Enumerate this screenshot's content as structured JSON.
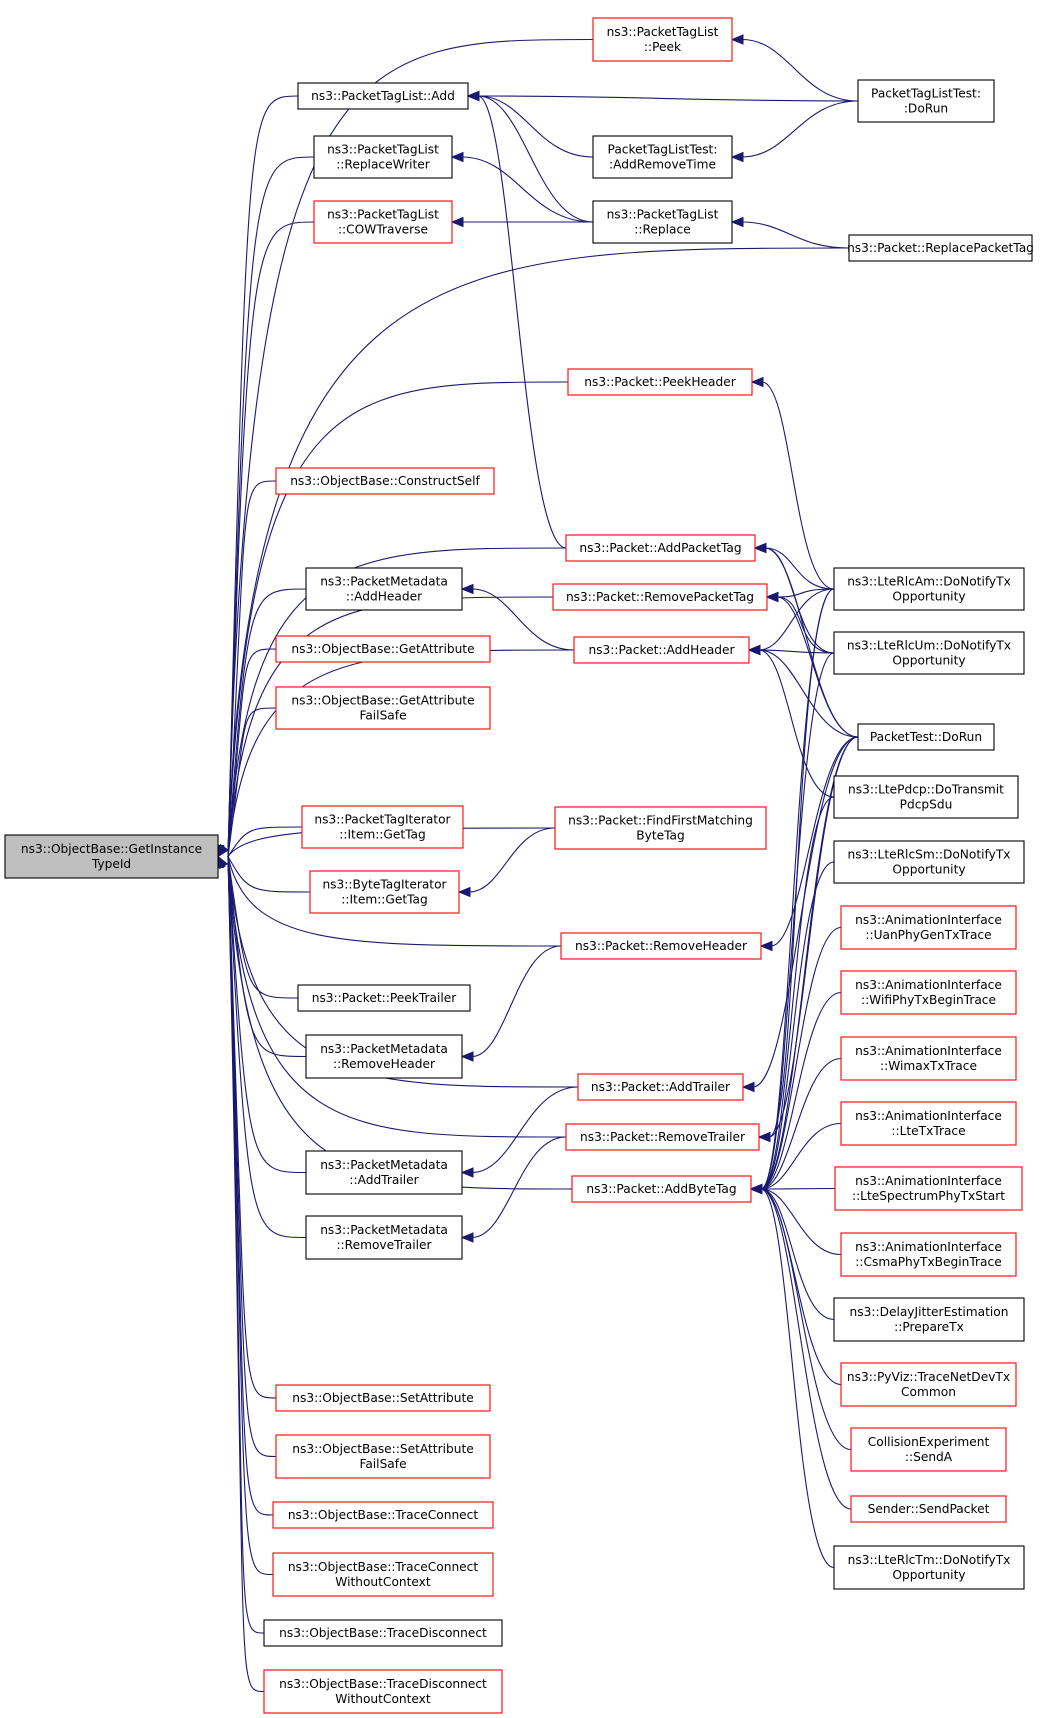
{
  "graph": {
    "title": "",
    "root_id": "n0",
    "nodes": [
      {
        "id": "n0",
        "lines": [
          "ns3::ObjectBase::GetInstance",
          "TypeId"
        ],
        "style": "root"
      },
      {
        "id": "n1",
        "lines": [
          "ns3::PacketTagList",
          "::Peek"
        ],
        "style": "red"
      },
      {
        "id": "n2",
        "lines": [
          "ns3::PacketTagList::Add"
        ],
        "style": "black"
      },
      {
        "id": "n3",
        "lines": [
          "ns3::PacketTagList",
          "::ReplaceWriter"
        ],
        "style": "black"
      },
      {
        "id": "n4",
        "lines": [
          "ns3::PacketTagList",
          "::COWTraverse"
        ],
        "style": "red"
      },
      {
        "id": "n5",
        "lines": [
          "PacketTagListTest:",
          ":DoRun"
        ],
        "style": "black"
      },
      {
        "id": "n6",
        "lines": [
          "PacketTagListTest:",
          ":AddRemoveTime"
        ],
        "style": "black"
      },
      {
        "id": "n7",
        "lines": [
          "ns3::PacketTagList",
          "::Replace"
        ],
        "style": "black"
      },
      {
        "id": "n8",
        "lines": [
          "ns3::Packet::ReplacePacketTag"
        ],
        "style": "black"
      },
      {
        "id": "n9",
        "lines": [
          "ns3::Packet::PeekHeader"
        ],
        "style": "red"
      },
      {
        "id": "n10",
        "lines": [
          "ns3::ObjectBase::ConstructSelf"
        ],
        "style": "red"
      },
      {
        "id": "n11",
        "lines": [
          "ns3::Packet::AddPacketTag"
        ],
        "style": "red"
      },
      {
        "id": "n12",
        "lines": [
          "ns3::Packet::RemovePacketTag"
        ],
        "style": "red"
      },
      {
        "id": "n13",
        "lines": [
          "ns3::PacketMetadata",
          "::AddHeader"
        ],
        "style": "black"
      },
      {
        "id": "n14",
        "lines": [
          "ns3::Packet::AddHeader"
        ],
        "style": "red"
      },
      {
        "id": "n15",
        "lines": [
          "ns3::ObjectBase::GetAttribute"
        ],
        "style": "red"
      },
      {
        "id": "n16",
        "lines": [
          "ns3::ObjectBase::GetAttribute",
          "FailSafe"
        ],
        "style": "red"
      },
      {
        "id": "n17",
        "lines": [
          "ns3::LteRlcAm::DoNotifyTx",
          "Opportunity"
        ],
        "style": "black"
      },
      {
        "id": "n18",
        "lines": [
          "ns3::LteRlcUm::DoNotifyTx",
          "Opportunity"
        ],
        "style": "black"
      },
      {
        "id": "n19",
        "lines": [
          "PacketTest::DoRun"
        ],
        "style": "black"
      },
      {
        "id": "n20",
        "lines": [
          "ns3::LtePdcp::DoTransmit",
          "PdcpSdu"
        ],
        "style": "black"
      },
      {
        "id": "n21",
        "lines": [
          "ns3::PacketTagIterator",
          "::Item::GetTag"
        ],
        "style": "red"
      },
      {
        "id": "n22",
        "lines": [
          "ns3::Packet::FindFirstMatching",
          "ByteTag"
        ],
        "style": "red"
      },
      {
        "id": "n23",
        "lines": [
          "ns3::ByteTagIterator",
          "::Item::GetTag"
        ],
        "style": "red"
      },
      {
        "id": "n24",
        "lines": [
          "ns3::LteRlcSm::DoNotifyTx",
          "Opportunity"
        ],
        "style": "black"
      },
      {
        "id": "n25",
        "lines": [
          "ns3::Packet::RemoveHeader"
        ],
        "style": "red"
      },
      {
        "id": "n26",
        "lines": [
          "ns3::AnimationInterface",
          "::UanPhyGenTxTrace"
        ],
        "style": "red"
      },
      {
        "id": "n27",
        "lines": [
          "ns3::Packet::PeekTrailer"
        ],
        "style": "black"
      },
      {
        "id": "n28",
        "lines": [
          "ns3::AnimationInterface",
          "::WifiPhyTxBeginTrace"
        ],
        "style": "red"
      },
      {
        "id": "n29",
        "lines": [
          "ns3::PacketMetadata",
          "::RemoveHeader"
        ],
        "style": "black"
      },
      {
        "id": "n30",
        "lines": [
          "ns3::AnimationInterface",
          "::WimaxTxTrace"
        ],
        "style": "red"
      },
      {
        "id": "n31",
        "lines": [
          "ns3::Packet::AddTrailer"
        ],
        "style": "red"
      },
      {
        "id": "n32",
        "lines": [
          "ns3::AnimationInterface",
          "::LteTxTrace"
        ],
        "style": "red"
      },
      {
        "id": "n33",
        "lines": [
          "ns3::PacketMetadata",
          "::AddTrailer"
        ],
        "style": "black"
      },
      {
        "id": "n34",
        "lines": [
          "ns3::Packet::RemoveTrailer"
        ],
        "style": "red"
      },
      {
        "id": "n35",
        "lines": [
          "ns3::AnimationInterface",
          "::LteSpectrumPhyTxStart"
        ],
        "style": "red"
      },
      {
        "id": "n36",
        "lines": [
          "ns3::Packet::AddByteTag"
        ],
        "style": "red"
      },
      {
        "id": "n37",
        "lines": [
          "ns3::PacketMetadata",
          "::RemoveTrailer"
        ],
        "style": "black"
      },
      {
        "id": "n38",
        "lines": [
          "ns3::AnimationInterface",
          "::CsmaPhyTxBeginTrace"
        ],
        "style": "red"
      },
      {
        "id": "n39",
        "lines": [
          "ns3::DelayJitterEstimation",
          "::PrepareTx"
        ],
        "style": "black"
      },
      {
        "id": "n40",
        "lines": [
          "ns3::PyViz::TraceNetDevTx",
          "Common"
        ],
        "style": "red"
      },
      {
        "id": "n41",
        "lines": [
          "ns3::ObjectBase::SetAttribute"
        ],
        "style": "red"
      },
      {
        "id": "n42",
        "lines": [
          "CollisionExperiment",
          "::SendA"
        ],
        "style": "red"
      },
      {
        "id": "n43",
        "lines": [
          "ns3::ObjectBase::SetAttribute",
          "FailSafe"
        ],
        "style": "red"
      },
      {
        "id": "n44",
        "lines": [
          "Sender::SendPacket"
        ],
        "style": "red"
      },
      {
        "id": "n45",
        "lines": [
          "ns3::ObjectBase::TraceConnect"
        ],
        "style": "red"
      },
      {
        "id": "n46",
        "lines": [
          "ns3::LteRlcTm::DoNotifyTx",
          "Opportunity"
        ],
        "style": "black"
      },
      {
        "id": "n47",
        "lines": [
          "ns3::ObjectBase::TraceConnect",
          "WithoutContext"
        ],
        "style": "red"
      },
      {
        "id": "n48",
        "lines": [
          "ns3::ObjectBase::TraceDisconnect"
        ],
        "style": "black"
      },
      {
        "id": "n49",
        "lines": [
          "ns3::ObjectBase::TraceDisconnect",
          "WithoutContext"
        ],
        "style": "red"
      }
    ],
    "edges": [
      [
        "n0",
        "n1"
      ],
      [
        "n0",
        "n2"
      ],
      [
        "n0",
        "n3"
      ],
      [
        "n0",
        "n4"
      ],
      [
        "n0",
        "n8"
      ],
      [
        "n0",
        "n9"
      ],
      [
        "n0",
        "n10"
      ],
      [
        "n0",
        "n11"
      ],
      [
        "n0",
        "n12"
      ],
      [
        "n0",
        "n13"
      ],
      [
        "n0",
        "n14"
      ],
      [
        "n0",
        "n15"
      ],
      [
        "n0",
        "n16"
      ],
      [
        "n0",
        "n21"
      ],
      [
        "n0",
        "n22"
      ],
      [
        "n0",
        "n23"
      ],
      [
        "n0",
        "n25"
      ],
      [
        "n0",
        "n27"
      ],
      [
        "n0",
        "n29"
      ],
      [
        "n0",
        "n31"
      ],
      [
        "n0",
        "n33"
      ],
      [
        "n0",
        "n34"
      ],
      [
        "n0",
        "n36"
      ],
      [
        "n0",
        "n37"
      ],
      [
        "n0",
        "n41"
      ],
      [
        "n0",
        "n43"
      ],
      [
        "n0",
        "n45"
      ],
      [
        "n0",
        "n47"
      ],
      [
        "n0",
        "n48"
      ],
      [
        "n0",
        "n49"
      ],
      [
        "n1",
        "n5"
      ],
      [
        "n2",
        "n5"
      ],
      [
        "n2",
        "n6"
      ],
      [
        "n2",
        "n7"
      ],
      [
        "n2",
        "n11"
      ],
      [
        "n3",
        "n7"
      ],
      [
        "n4",
        "n7"
      ],
      [
        "n6",
        "n5"
      ],
      [
        "n7",
        "n8"
      ],
      [
        "n9",
        "n17"
      ],
      [
        "n11",
        "n17"
      ],
      [
        "n11",
        "n18"
      ],
      [
        "n11",
        "n19"
      ],
      [
        "n12",
        "n17"
      ],
      [
        "n12",
        "n18"
      ],
      [
        "n12",
        "n19"
      ],
      [
        "n13",
        "n14"
      ],
      [
        "n14",
        "n17"
      ],
      [
        "n14",
        "n18"
      ],
      [
        "n14",
        "n19"
      ],
      [
        "n14",
        "n20"
      ],
      [
        "n23",
        "n22"
      ],
      [
        "n25",
        "n19"
      ],
      [
        "n29",
        "n25"
      ],
      [
        "n31",
        "n19"
      ],
      [
        "n33",
        "n31"
      ],
      [
        "n34",
        "n19"
      ],
      [
        "n34",
        "n17"
      ],
      [
        "n37",
        "n34"
      ],
      [
        "n36",
        "n19"
      ],
      [
        "n36",
        "n17"
      ],
      [
        "n36",
        "n18"
      ],
      [
        "n36",
        "n20"
      ],
      [
        "n36",
        "n24"
      ],
      [
        "n36",
        "n26"
      ],
      [
        "n36",
        "n28"
      ],
      [
        "n36",
        "n30"
      ],
      [
        "n36",
        "n32"
      ],
      [
        "n36",
        "n35"
      ],
      [
        "n36",
        "n38"
      ],
      [
        "n36",
        "n39"
      ],
      [
        "n36",
        "n40"
      ],
      [
        "n36",
        "n42"
      ],
      [
        "n36",
        "n44"
      ],
      [
        "n36",
        "n46"
      ]
    ]
  }
}
